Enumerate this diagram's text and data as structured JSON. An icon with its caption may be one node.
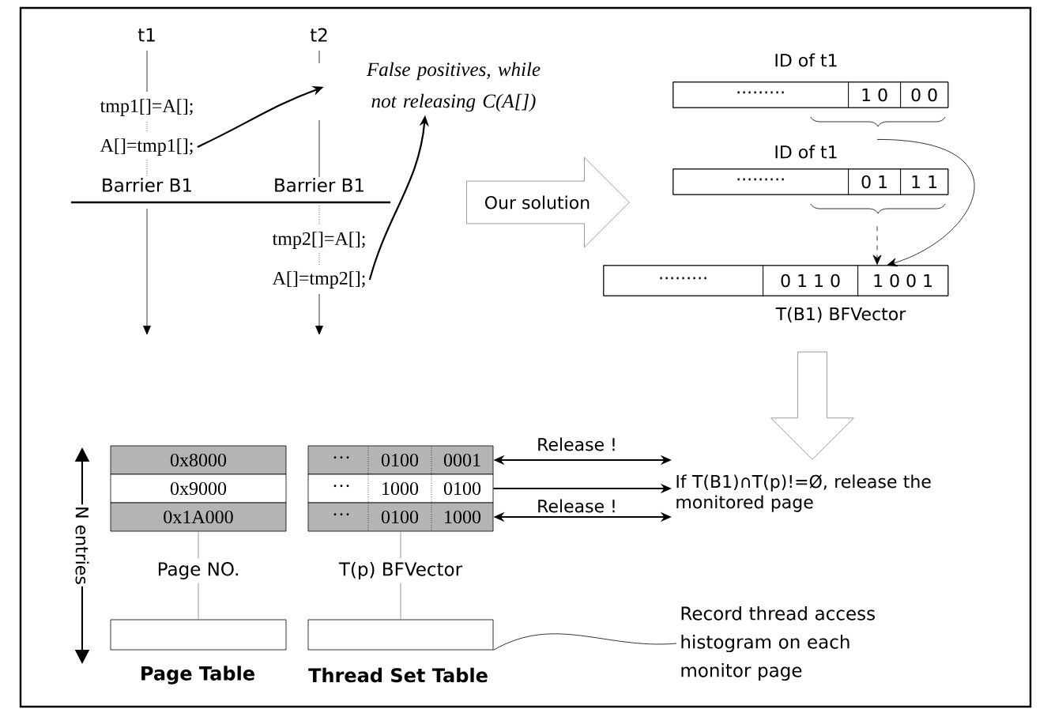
{
  "diagram": {
    "nodes": [
      {
        "text": [
          "tmp1[]=A[];"
        ]
      },
      {
        "text": [
          "A[]=tmp1[];"
        ]
      },
      {
        "text": [
          "tmp2[]=A[];"
        ]
      },
      {
        "text": [
          "A[]=tmp2[];"
        ]
      },
      {
        "text": [
          "False positives, while not releasing C(A[])"
        ]
      },
      {
        "text": [
          "Our solution"
        ]
      },
      {
        "text": [
          "ID of t1"
        ]
      },
      {
        "text": [
          "·········"
        ],
        "in": 6
      },
      {
        "text": [
          "1 0"
        ],
        "in": 6
      },
      {
        "text": [
          "0 0"
        ],
        "in": 6
      },
      {
        "text": [
          "ID of t1"
        ]
      },
      {
        "text": [
          "·········"
        ],
        "in": 10
      },
      {
        "text": [
          "0 1"
        ],
        "in": 10
      },
      {
        "text": [
          "1 1"
        ],
        "in": 10
      },
      {
        "text": [
          "T(B1) BFVector"
        ]
      },
      {
        "text": [
          "·········"
        ],
        "in": 14
      },
      {
        "text": [
          "0 1 1 0"
        ],
        "in": 14
      },
      {
        "text": [
          "1 0 0 1"
        ],
        "in": 14
      },
      {
        "text": [],
        "shape": "arrow"
      },
      {
        "text": [
          "If T(B1)∩T(p)!=Ø, release the monitored page"
        ]
      },
      {
        "text": [
          "0x8000"
        ]
      },
      {
        "text": [
          "0x9000"
        ]
      },
      {
        "text": [
          "0x1A000"
        ]
      },
      {
        "text": [],
        "shape": "box"
      },
      {
        "text": [
          "···",
          "0100",
          "0001"
        ]
      },
      {
        "text": [
          "···",
          "1000",
          "0100"
        ]
      },
      {
        "text": [
          "···",
          "0100",
          "1000"
        ]
      },
      {
        "text": [],
        "shape": "box"
      },
      {
        "text": [
          "Record thread access histogram on each monitor page"
        ]
      },
      {
        "text": [
          "Page NO."
        ]
      },
      {
        "text": [
          "T(p) BFVector"
        ]
      }
    ],
    "edges": [
      {
        "from": 1,
        "to": 4,
        "arrow": "to"
      },
      {
        "from": 3,
        "to": 4,
        "arrow": "to"
      },
      {
        "from": 6,
        "to": 14,
        "arrow": "to"
      },
      {
        "from": 10,
        "to": 14,
        "arrow": "to",
        "style": "dashed"
      },
      {
        "from": 24,
        "to": 19,
        "arrow": "both",
        "label": "Release !"
      },
      {
        "from": 25,
        "to": 19,
        "arrow": "to"
      },
      {
        "from": 26,
        "to": 19,
        "arrow": "both",
        "label": "Release !"
      },
      {
        "from": 28,
        "to": 27,
        "arrow": "none"
      },
      {
        "from": 22,
        "to": 29,
        "arrow": "none",
        "color": "#808080"
      },
      {
        "from": 29,
        "to": 23,
        "arrow": "none",
        "color": "#808080"
      },
      {
        "from": 26,
        "to": 30,
        "arrow": "none",
        "color": "#808080"
      },
      {
        "from": 30,
        "to": 27,
        "arrow": "none",
        "color": "#808080"
      }
    ],
    "labels": [
      "t1",
      "t2",
      "Barrier B1",
      "Barrier B1",
      "N entries",
      "Page Table",
      "Thread Set Table"
    ]
  }
}
